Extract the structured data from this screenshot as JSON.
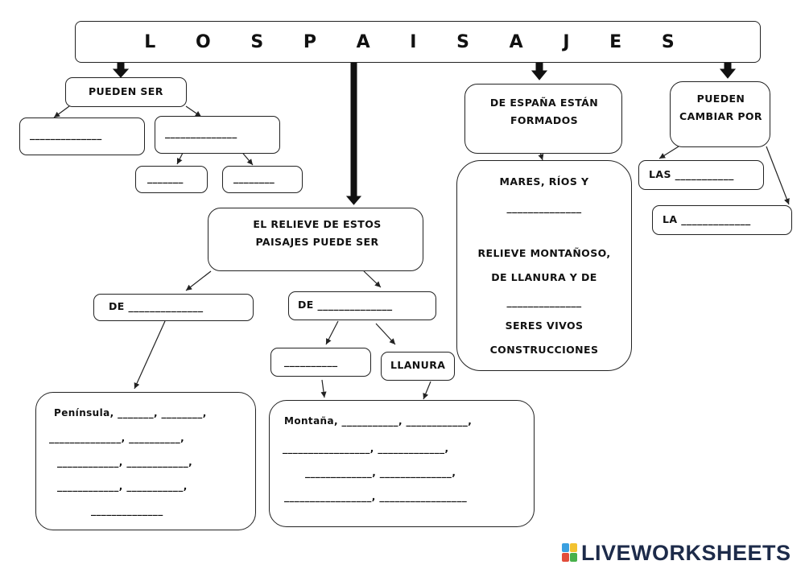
{
  "title": "L O S   P A I S A J E S",
  "left_branch": {
    "label": "PUEDEN SER",
    "blank": "______________",
    "sub_blank": "______________",
    "small_blank_1": "_______",
    "small_blank_2": "________"
  },
  "center_branch": {
    "label": "EL RELIEVE DE ESTOS PAISAJES PUEDE SER",
    "de_left": "DE ______________",
    "de_right": "DE ______________",
    "blank_box": "__________",
    "llanura": "LLANURA",
    "peninsula_text": "Península, _______, ________,",
    "peninsula_lines": [
      "______________, __________,",
      "____________, ____________,",
      "____________, ___________,",
      "______________"
    ],
    "montana_text": "Montaña, ___________, ____________,",
    "montana_lines": [
      "_________________, _____________,",
      "_____________, ______________,",
      "_________________, _________________"
    ]
  },
  "spain_branch": {
    "label": "DE ESPAÑA ESTÁN FORMADOS",
    "items": [
      "MARES, RÍOS Y",
      "______________",
      "RELIEVE MONTAÑOSO,",
      "DE LLANURA Y DE",
      "______________",
      "SERES VIVOS",
      "CONSTRUCCIONES"
    ]
  },
  "change_branch": {
    "label": "PUEDEN CAMBIAR POR",
    "las": "LAS ___________",
    "la": "LA _____________"
  },
  "brand": {
    "name": "LIVEWORKSHEETS",
    "color": "#1d2b4a"
  }
}
